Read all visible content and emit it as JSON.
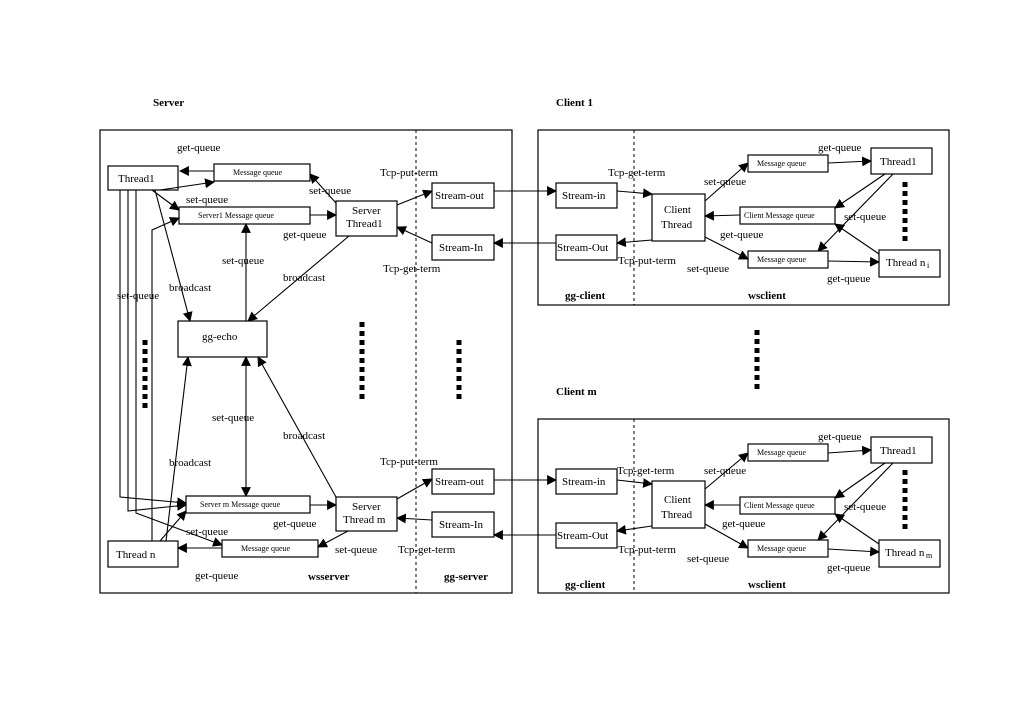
{
  "headings": {
    "server": "Server",
    "client1": "Client  1",
    "clientm": "Client  m"
  },
  "regions": {
    "wsserver": "wsserver",
    "gg_server": "gg-server",
    "gg_client": "gg-client",
    "wsclient": "wsclient"
  },
  "nodes": {
    "thread1": "Thread1",
    "thread_n": "Thread n",
    "message_queue": "Message queue",
    "server1_message_queue": "Server1 Message queue",
    "serverm_message_queue": "Server m Message queue",
    "gg_echo": "gg-echo",
    "server_thread1_l1": "Server",
    "server_thread1_l2": "Thread1",
    "server_threadm_l1": "Server",
    "server_threadm_l2": "Thread m",
    "stream_out": "Stream-out",
    "stream_in_server": "Stream-In",
    "stream_in_client": "Stream-in",
    "stream_out_client": "Stream-Out",
    "client_thread_l1": "Client",
    "client_thread_l2": "Thread",
    "client_message_queue": "Client Message queue",
    "thread_ni": "Thread n",
    "sub_i": "i",
    "sub_m": "m"
  },
  "labels": {
    "get_queue": "get-queue",
    "set_queue": "set-queue",
    "broadcast": "broadcast",
    "tcp_put_term": "Tcp-put-term",
    "tcp_get_term": "Tcp-get-term"
  }
}
